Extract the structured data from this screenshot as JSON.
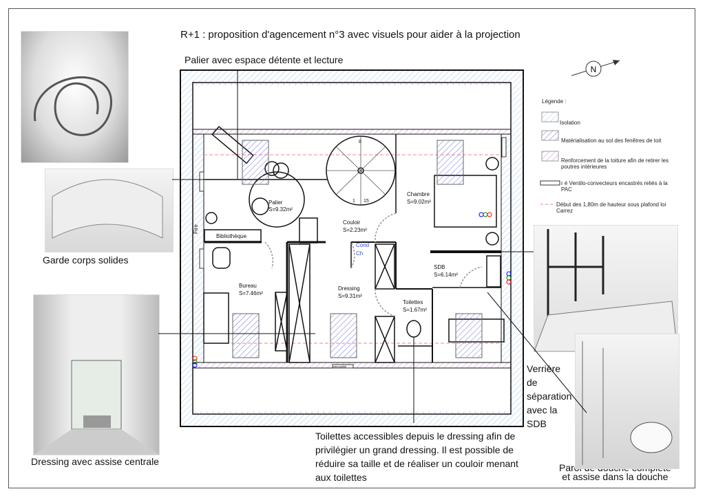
{
  "title": "R+1 : proposition d'agencement n°3 avec visuels pour aider à la projection",
  "annotations": {
    "palier": "Palier avec espace détente et lecture",
    "garde_corps": "Garde corps solides",
    "dressing": "Dressing avec assise centrale",
    "verriere": [
      "Verrière",
      "de",
      "séparation",
      "avec la",
      "SDB"
    ],
    "toilettes": [
      "Toilettes accessibles depuis le dressing afin de",
      "privilégier un grand dressing. Il est possible de",
      "réduire sa taille et de réaliser un couloir menant",
      "aux toilettes"
    ],
    "douche": [
      "Paroi de douche complète",
      "et assise dans la douche"
    ]
  },
  "compass": {
    "label": "N"
  },
  "legend": {
    "title": "Légende :",
    "items": [
      {
        "label": "Isolation",
        "color": "#9fc3ea"
      },
      {
        "label": "Matérialisation au sol des fenêtres de toit",
        "color": "#6a6ad8"
      },
      {
        "label": "Renforcement de la toiture afin de retirer les poutres intérieures",
        "color": "#d08ad8"
      },
      {
        "label": "r é Ventilo-convecteurs encastrés reliés à la PAC",
        "color": "#333333"
      },
      {
        "label": "Début des 1,80m de hauteur sous plafond loi Carrez",
        "color": "#e88a8a"
      }
    ]
  },
  "plan": {
    "rooms": [
      {
        "name": "Palier",
        "area": "S=9.32m²"
      },
      {
        "name": "Couloir",
        "area": "S=2.23m²"
      },
      {
        "name": "Chambre",
        "area": "S=9.02m²"
      },
      {
        "name": "Bureau",
        "area": "S=7.46m²"
      },
      {
        "name": "Dressing",
        "area": "S=9.31m²"
      },
      {
        "name": "SDB",
        "area": "S=6.14m²"
      },
      {
        "name": "Toilettes",
        "area": "S=1.67m²"
      }
    ],
    "bibliotheque": "Bibliothèque",
    "fire": "Fire",
    "cond": [
      "Cond",
      "Ch"
    ],
    "stair_numbers": [
      "8",
      "1",
      "15"
    ],
    "encastre": "encastré"
  }
}
